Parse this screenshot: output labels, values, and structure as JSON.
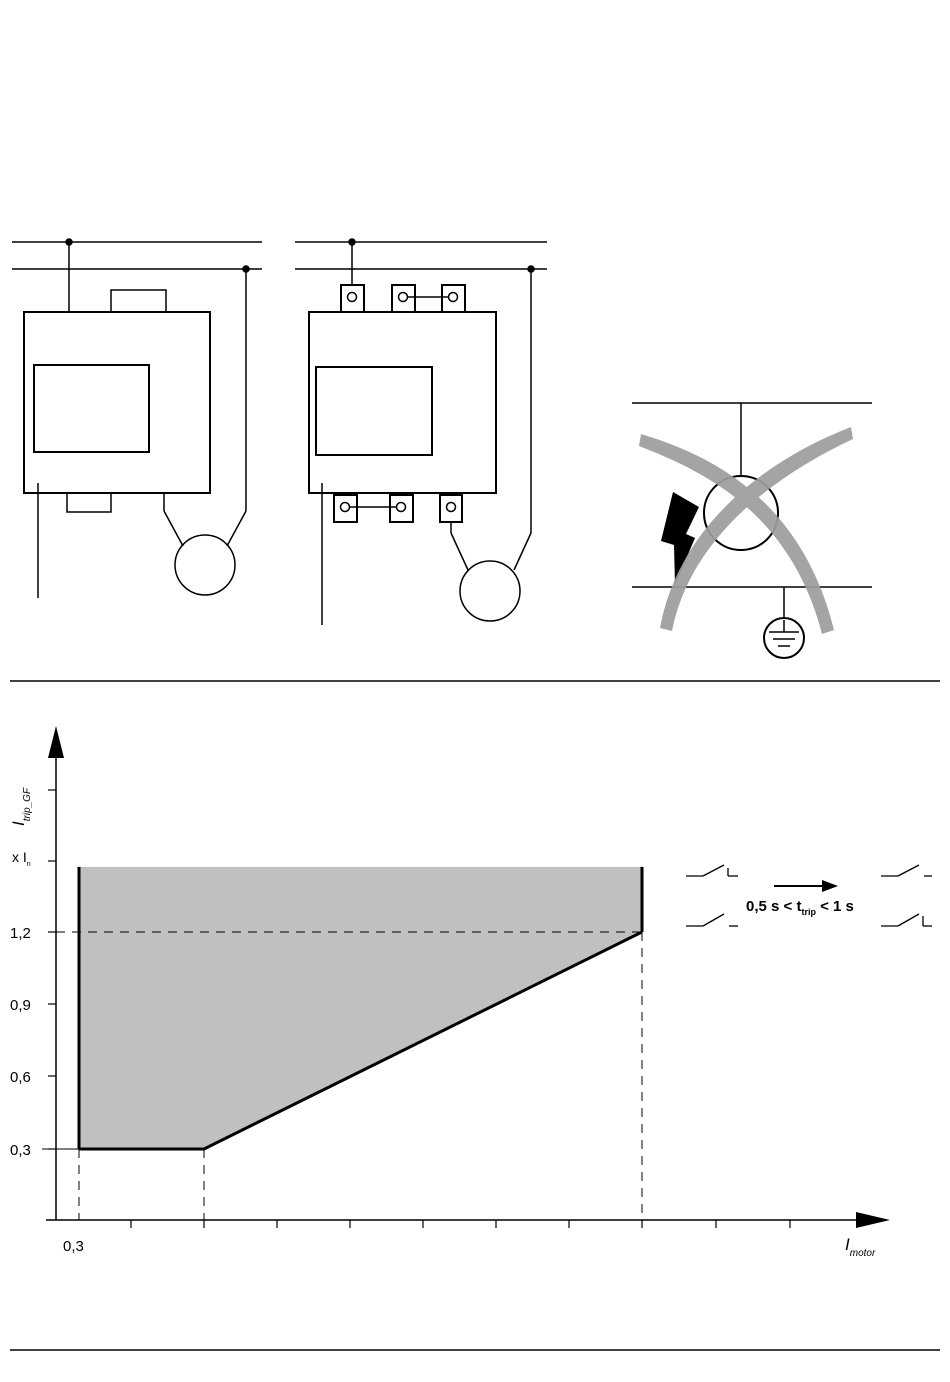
{
  "labels": {
    "y_axis_main": "I",
    "y_axis_sub": "trip_GF",
    "y_unit_prefix": "x I",
    "y_unit_sub": "n",
    "x_axis_main": "I",
    "x_axis_sub": "motor",
    "x_tick": "0,3",
    "trip_time_pre": "0,5  s < t",
    "trip_time_sub": "trip",
    "trip_time_post": " < 1 s"
  },
  "chart_data": {
    "type": "area",
    "title": "",
    "xlabel": "I motor",
    "ylabel": "I trip_GF  x In",
    "y_ticks": [
      0.3,
      0.6,
      0.9,
      1.2
    ],
    "y_tick_labels": [
      "0,3",
      "0,6",
      "0,9",
      "1,2"
    ],
    "x_tick_labels": [
      "0,3"
    ],
    "ylim": [
      0,
      1.47
    ],
    "trip_boundary": {
      "x": [
        0.3,
        0.5,
        1.2
      ],
      "y": [
        0.3,
        0.3,
        1.2
      ]
    },
    "trip_region_top_y": 1.47,
    "grid": false
  },
  "colors": {
    "line": "#000000",
    "fill": "#c0c0c0",
    "cross": "#9e9e9e"
  },
  "icons": [
    "lightning-icon",
    "earth-ground-icon",
    "motor-icon",
    "cross-out-icon",
    "contact-switch-icon"
  ]
}
